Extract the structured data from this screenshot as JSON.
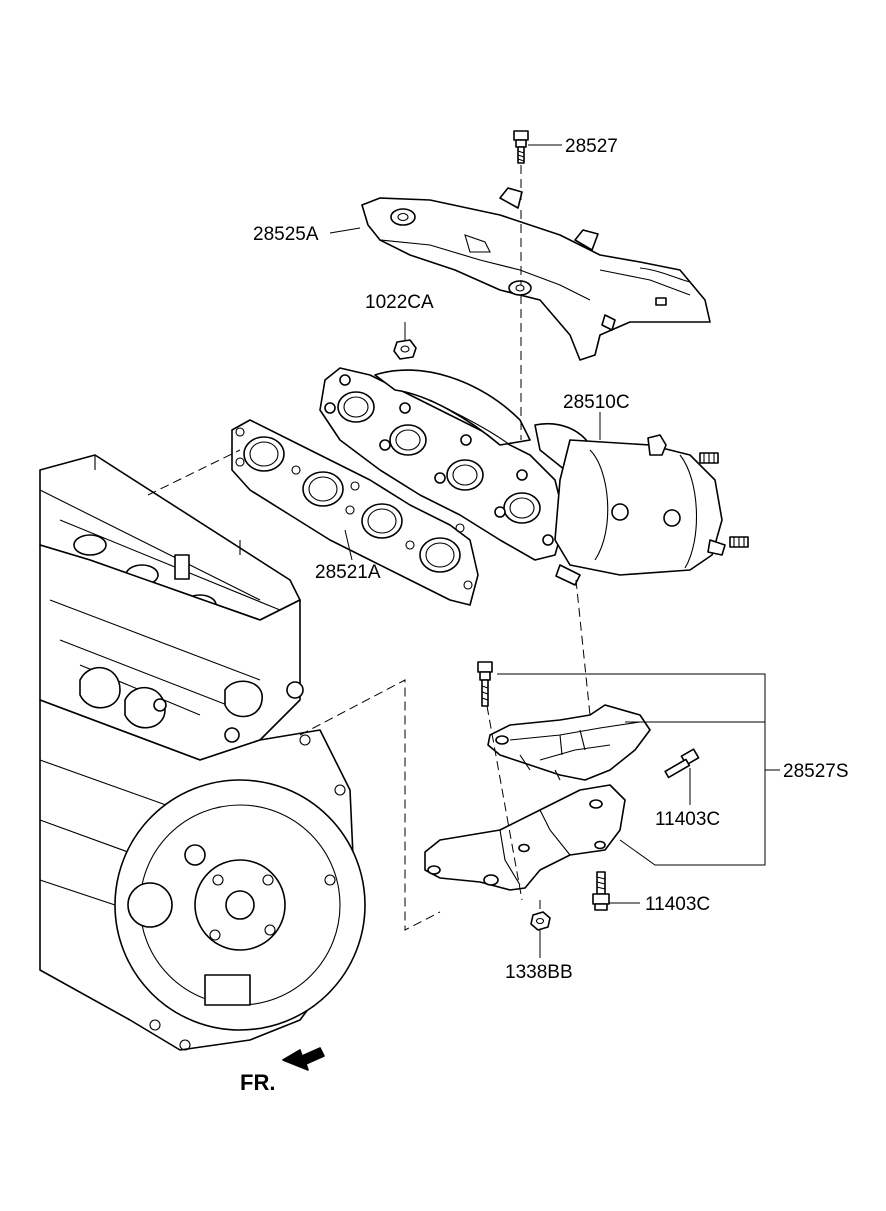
{
  "diagram": {
    "callouts": {
      "p28527": "28527",
      "p28525A": "28525A",
      "p1022CA": "1022CA",
      "p28510C": "28510C",
      "p28521A": "28521A",
      "p28527S": "28527S",
      "p11403C_upper": "11403C",
      "p11403C_lower": "11403C",
      "p1338BB": "1338BB"
    },
    "direction_label": "FR."
  }
}
